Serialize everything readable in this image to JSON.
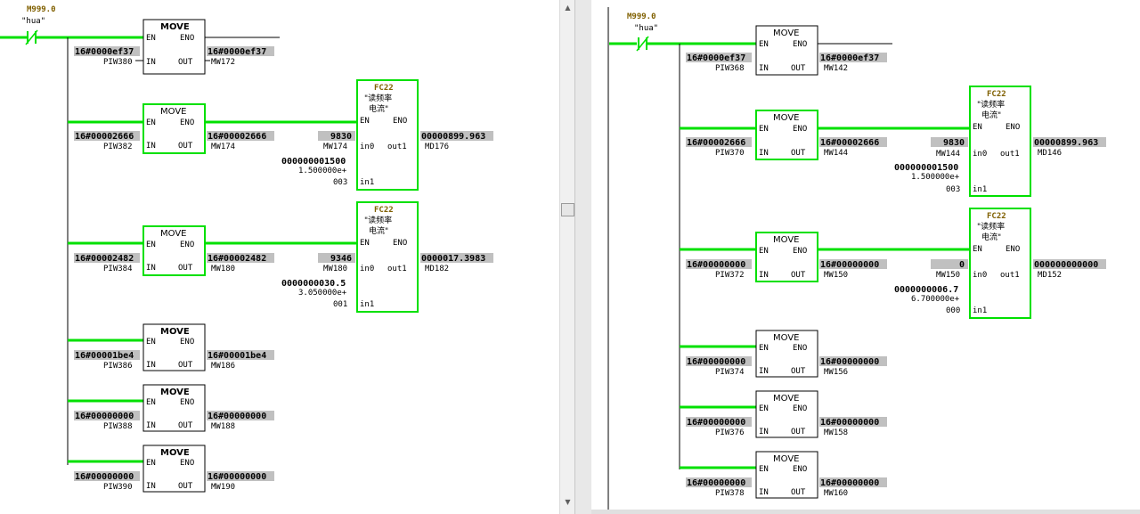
{
  "colors": {
    "power": "#00e000",
    "highlight": "#c0c0c0",
    "fc_title": "#806000",
    "contact_label": "#806000"
  },
  "left": {
    "contact": {
      "addr": "M999.0",
      "name": "\"hua\""
    },
    "move1": {
      "title": "MOVE",
      "en": "EN",
      "eno": "ENO",
      "in_lbl": "IN",
      "out_lbl": "OUT",
      "in_val": "16#0000ef37",
      "in_addr": "PIW380",
      "out_val": "16#0000ef37",
      "out_addr": "MW172"
    },
    "move2": {
      "title": "MOVE",
      "en": "EN",
      "eno": "ENO",
      "in_lbl": "IN",
      "out_lbl": "OUT",
      "in_val": "16#00002666",
      "in_addr": "PIW382",
      "out_val": "16#00002666",
      "out_addr": "MW174"
    },
    "fc1": {
      "title": "FC22",
      "name1": "\"读频率",
      "name2": "电流\"",
      "en": "EN",
      "eno": "ENO",
      "in0_lbl": "in0",
      "in1_lbl": "in1",
      "out1_lbl": "out1",
      "in0_val": "9830",
      "in0_addr": "MW174",
      "in1_val1": "000000001500",
      "in1_val2": "1.500000e+",
      "in1_val3": "003",
      "out1_val": "00000899.963",
      "out1_addr": "MD176"
    },
    "move3": {
      "title": "MOVE",
      "en": "EN",
      "eno": "ENO",
      "in_lbl": "IN",
      "out_lbl": "OUT",
      "in_val": "16#00002482",
      "in_addr": "PIW384",
      "out_val": "16#00002482",
      "out_addr": "MW180"
    },
    "fc2": {
      "title": "FC22",
      "name1": "\"读频率",
      "name2": "电流\"",
      "en": "EN",
      "eno": "ENO",
      "in0_lbl": "in0",
      "in1_lbl": "in1",
      "out1_lbl": "out1",
      "in0_val": "9346",
      "in0_addr": "MW180",
      "in1_val1": "0000000030.5",
      "in1_val2": "3.050000e+",
      "in1_val3": "001",
      "out1_val": "0000017.3983",
      "out1_addr": "MD182"
    },
    "move4": {
      "title": "MOVE",
      "en": "EN",
      "eno": "ENO",
      "in_lbl": "IN",
      "out_lbl": "OUT",
      "in_val": "16#00001be4",
      "in_addr": "PIW386",
      "out_val": "16#00001be4",
      "out_addr": "MW186"
    },
    "move5": {
      "title": "MOVE",
      "en": "EN",
      "eno": "ENO",
      "in_lbl": "IN",
      "out_lbl": "OUT",
      "in_val": "16#00000000",
      "in_addr": "PIW388",
      "out_val": "16#00000000",
      "out_addr": "MW188"
    },
    "move6": {
      "title": "MOVE",
      "en": "EN",
      "eno": "ENO",
      "in_lbl": "IN",
      "out_lbl": "OUT",
      "in_val": "16#00000000",
      "in_addr": "PIW390",
      "out_val": "16#00000000",
      "out_addr": "MW190"
    }
  },
  "right": {
    "contact": {
      "addr": "M999.0",
      "name": "\"hua\""
    },
    "move1": {
      "title": "MOVE",
      "en": "EN",
      "eno": "ENO",
      "in_lbl": "IN",
      "out_lbl": "OUT",
      "in_val": "16#0000ef37",
      "in_addr": "PIW368",
      "out_val": "16#0000ef37",
      "out_addr": "MW142"
    },
    "move2": {
      "title": "MOVE",
      "en": "EN",
      "eno": "ENO",
      "in_lbl": "IN",
      "out_lbl": "OUT",
      "in_val": "16#00002666",
      "in_addr": "PIW370",
      "out_val": "16#00002666",
      "out_addr": "MW144"
    },
    "fc1": {
      "title": "FC22",
      "name1": "\"读频率",
      "name2": "电流\"",
      "en": "EN",
      "eno": "ENO",
      "in0_lbl": "in0",
      "in1_lbl": "in1",
      "out1_lbl": "out1",
      "in0_val": "9830",
      "in0_addr": "MW144",
      "in1_val1": "000000001500",
      "in1_val2": "1.500000e+",
      "in1_val3": "003",
      "out1_val": "00000899.963",
      "out1_addr": "MD146"
    },
    "move3": {
      "title": "MOVE",
      "en": "EN",
      "eno": "ENO",
      "in_lbl": "IN",
      "out_lbl": "OUT",
      "in_val": "16#00000000",
      "in_addr": "PIW372",
      "out_val": "16#00000000",
      "out_addr": "MW150"
    },
    "fc2": {
      "title": "FC22",
      "name1": "\"读频率",
      "name2": "电流\"",
      "en": "EN",
      "eno": "ENO",
      "in0_lbl": "in0",
      "in1_lbl": "in1",
      "out1_lbl": "out1",
      "in0_val": "0",
      "in0_addr": "MW150",
      "in1_val1": "0000000006.7",
      "in1_val2": "6.700000e+",
      "in1_val3": "000",
      "out1_val": "000000000000",
      "out1_addr": "MD152"
    },
    "move4": {
      "title": "MOVE",
      "en": "EN",
      "eno": "ENO",
      "in_lbl": "IN",
      "out_lbl": "OUT",
      "in_val": "16#00000000",
      "in_addr": "PIW374",
      "out_val": "16#00000000",
      "out_addr": "MW156"
    },
    "move5": {
      "title": "MOVE",
      "en": "EN",
      "eno": "ENO",
      "in_lbl": "IN",
      "out_lbl": "OUT",
      "in_val": "16#00000000",
      "in_addr": "PIW376",
      "out_val": "16#00000000",
      "out_addr": "MW158"
    },
    "move6": {
      "title": "MOVE",
      "en": "EN",
      "eno": "ENO",
      "in_lbl": "IN",
      "out_lbl": "OUT",
      "in_val": "16#00000000",
      "in_addr": "PIW378",
      "out_val": "16#00000000",
      "out_addr": "MW160"
    }
  }
}
